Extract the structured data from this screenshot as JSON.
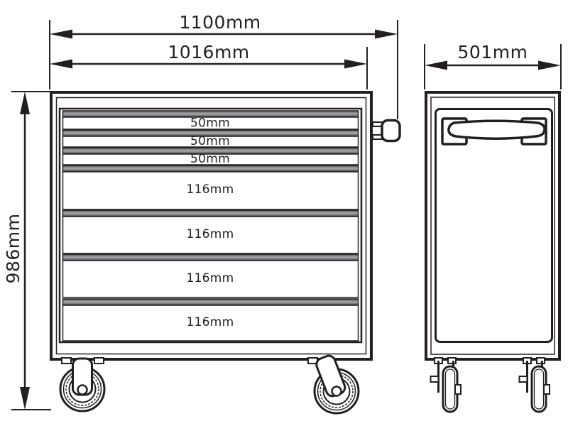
{
  "diagram": {
    "background_color": "#ffffff",
    "line_color": "#231f20",
    "handle_band_gray_light": "#a7a9ac",
    "handle_band_gray_dark": "#4d4d4f",
    "front_view": {
      "dim_width_overall": "1100mm",
      "dim_width_drawers": "1016mm",
      "dim_height": "986mm",
      "drawers": [
        {
          "label": "50mm"
        },
        {
          "label": "50mm"
        },
        {
          "label": "50mm"
        },
        {
          "label": "116mm"
        },
        {
          "label": "116mm"
        },
        {
          "label": "116mm"
        },
        {
          "label": "116mm"
        }
      ]
    },
    "side_view": {
      "dim_depth": "501mm"
    }
  }
}
